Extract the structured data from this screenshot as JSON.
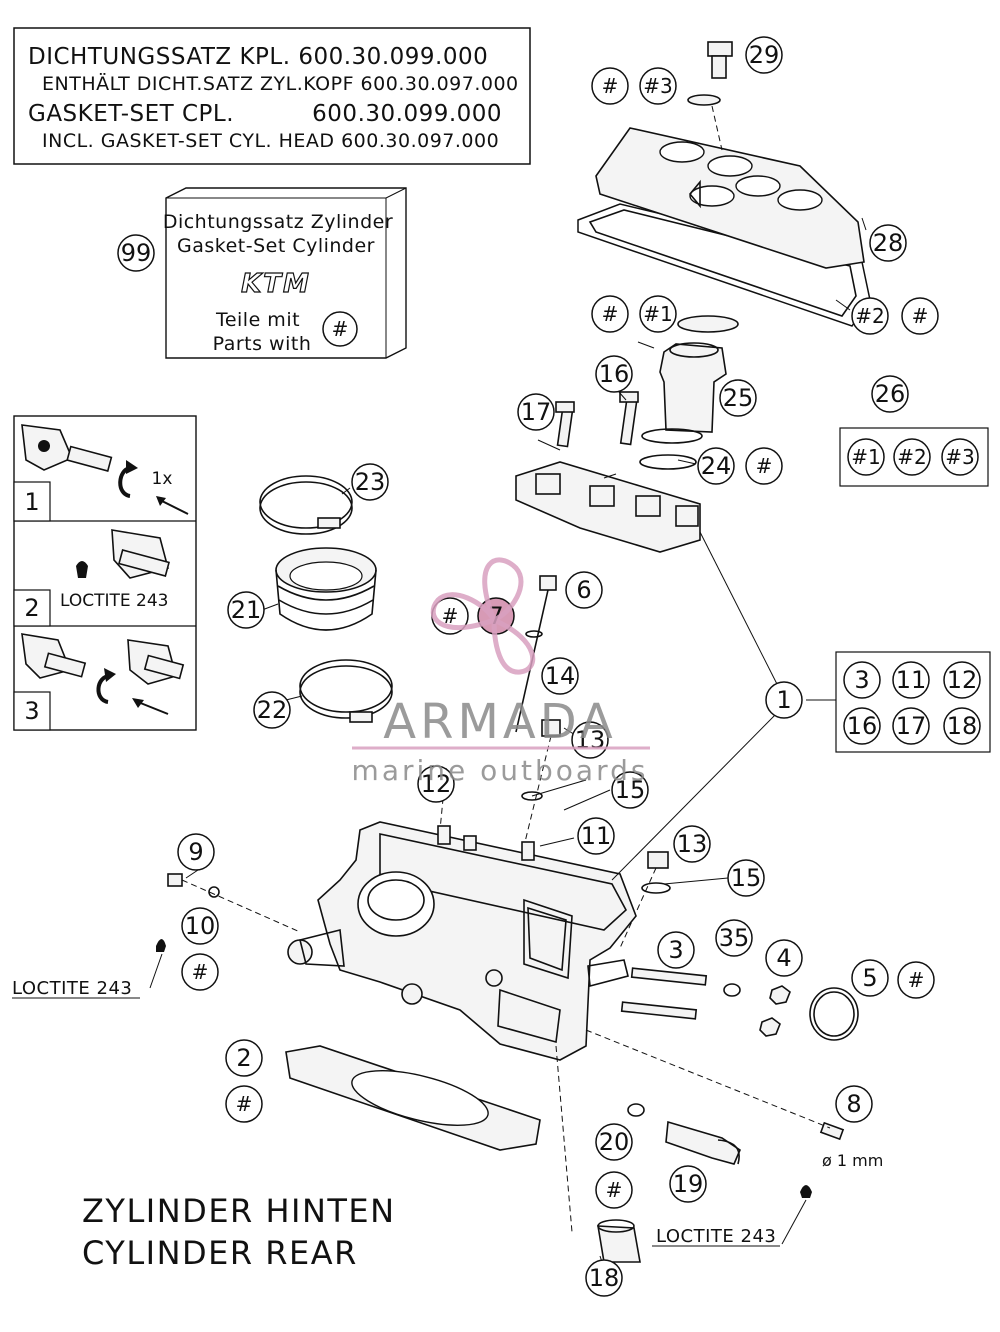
{
  "header_box": {
    "line1": "DICHTUNGSSATZ KPL. 600.30.099.000",
    "line2": "ENTHÄLT DICHT.SATZ ZYL.KOPF 600.30.097.000",
    "line3": "GASKET-SET CPL.          600.30.099.000",
    "line4": "INCL. GASKET-SET CYL. HEAD 600.30.097.000"
  },
  "kit_box": {
    "line1": "Dichtungssatz Zylinder",
    "line2": "Gasket-Set Cylinder",
    "logo_text": "KTM",
    "line3": "Teile mit",
    "line4": "Parts with",
    "hash": "#",
    "callout": "99"
  },
  "steps": [
    {
      "number": "1",
      "note": "1x"
    },
    {
      "number": "2",
      "note": "LOCTITE 243"
    },
    {
      "number": "3",
      "note": ""
    }
  ],
  "group26": {
    "callout": "26",
    "items": [
      "#1",
      "#2",
      "#3"
    ]
  },
  "group1": {
    "callout": "1",
    "items": [
      "3",
      "11",
      "12",
      "16",
      "17",
      "18"
    ]
  },
  "callouts": {
    "c29": "29",
    "c28": "28",
    "c25": "25",
    "c24": "24",
    "c23": "23",
    "c21": "21",
    "c22": "22",
    "c17": "17",
    "c16": "16",
    "c6": "6",
    "c7": "7",
    "c14": "14",
    "c13a": "13",
    "c13b": "13",
    "c15a": "15",
    "c15b": "15",
    "c12": "12",
    "c11": "11",
    "c9": "9",
    "c10": "10",
    "c3": "3",
    "c35": "35",
    "c4": "4",
    "c5": "5",
    "c2": "2",
    "c8": "8",
    "c20": "20",
    "c19": "19",
    "c18": "18"
  },
  "hash_callouts": {
    "h29a": "#",
    "h29b": "#3",
    "h28a": "#",
    "h28b": "#1",
    "h28c": "#2",
    "h28d": "#",
    "h24": "#",
    "h7": "#",
    "h10": "#",
    "h5": "#",
    "h2": "#",
    "h20": "#"
  },
  "loctite_labels": {
    "left": "LOCTITE 243",
    "bottom": "LOCTITE 243"
  },
  "dimension_label": "ø 1 mm",
  "title": {
    "line1": "ZYLINDER HINTEN",
    "line2": "CYLINDER REAR"
  },
  "watermark": {
    "brand": "ARMADA",
    "tagline": "marine outboards"
  },
  "colors": {
    "ink": "#111111",
    "watermark_pink": "#d9a0c0",
    "watermark_grey": "#8a8a8a",
    "highlight_7": "#c9789c"
  }
}
